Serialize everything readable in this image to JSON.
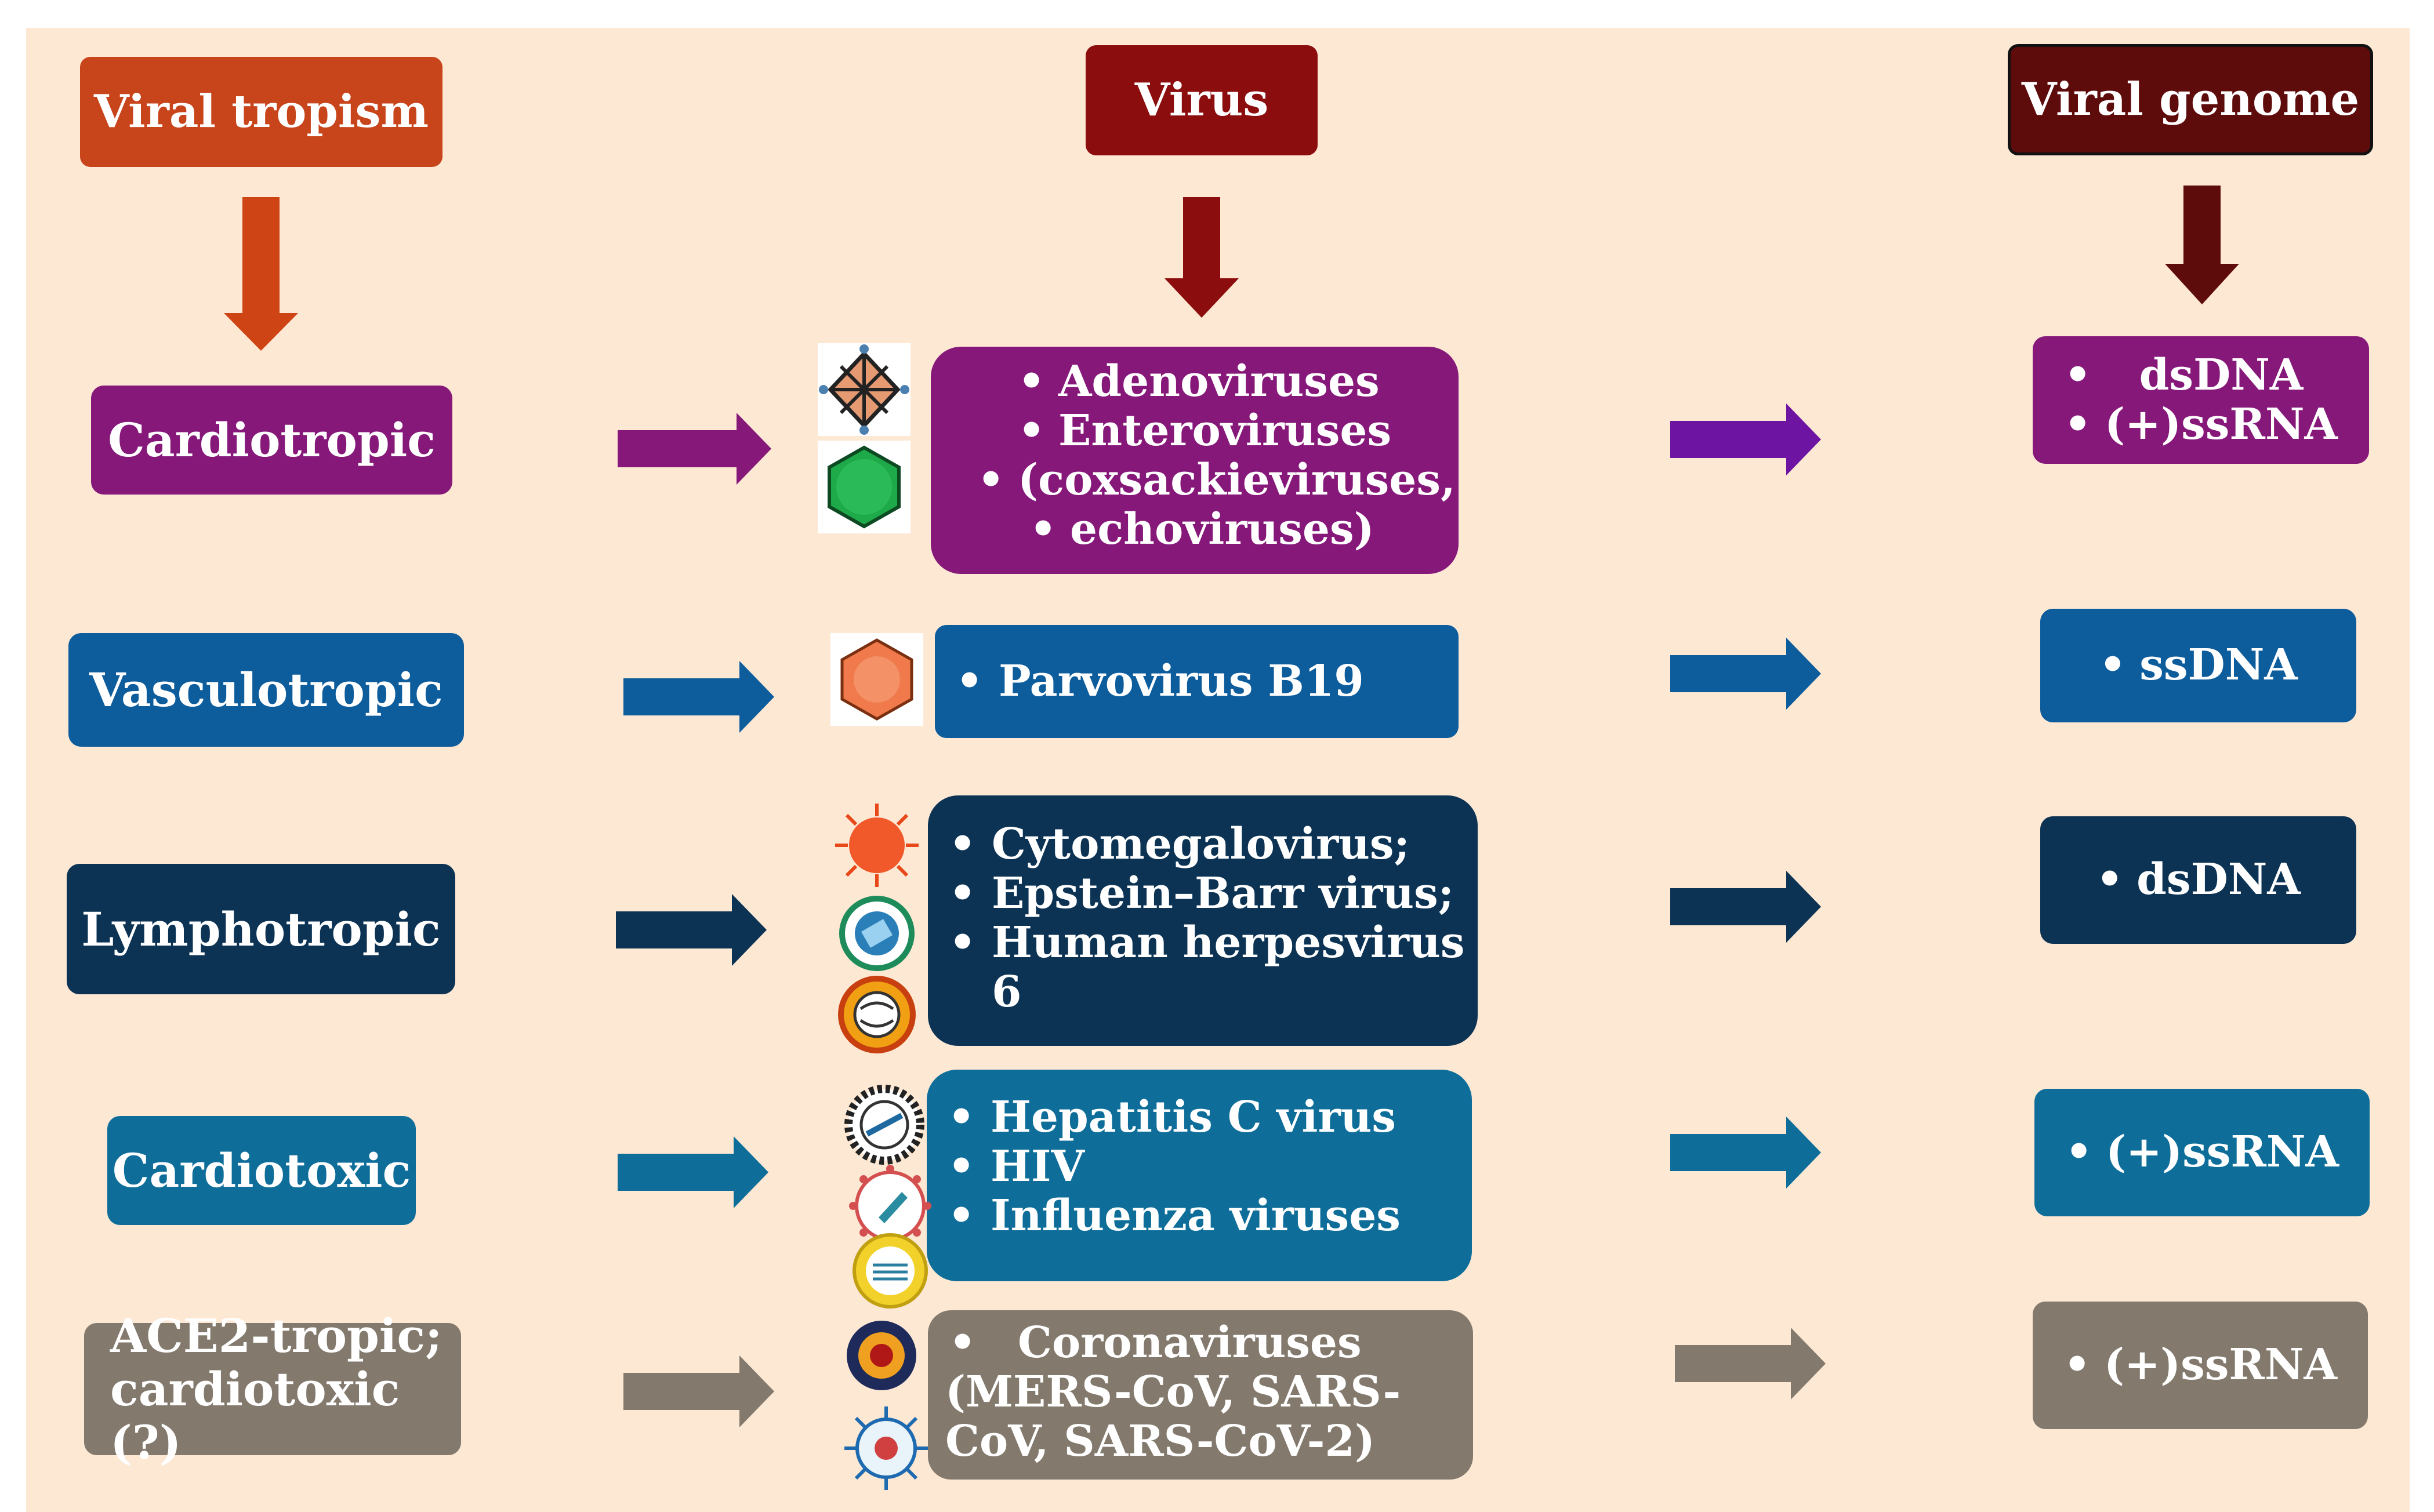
{
  "headers": {
    "tropism": "Viral tropism",
    "virus": "Virus",
    "genome": "Viral genome"
  },
  "colors": {
    "background": "#fde8d4",
    "tropism_header": "#c8441a",
    "virus_header": "#8b0d0d",
    "genome_header": "#5e0b0b",
    "cardiotropic": "#86187a",
    "cardiotropic_arrow": "#6d14a2",
    "vasculotropic": "#0d5c9c",
    "lymphotropic": "#0c3354",
    "cardiotoxic": "#0e6e99",
    "ace2": "#837a6d"
  },
  "rows": [
    {
      "tropism": "Cardiotropic",
      "viruses": [
        "Adenoviruses",
        "Enteroviruses",
        "(coxsackieviruses,",
        "echoviruses)"
      ],
      "genome": [
        "dsDNA",
        "(+)ssRNA"
      ],
      "icons": [
        "adenovirus-icon",
        "enterovirus-icon"
      ]
    },
    {
      "tropism": "Vasculotropic",
      "viruses": [
        "Parvovirus B19"
      ],
      "genome": [
        "ssDNA"
      ],
      "icons": [
        "parvovirus-icon"
      ]
    },
    {
      "tropism": "Lymphotropic",
      "viruses": [
        "Cytomegalovirus;",
        "Epstein–Barr virus;",
        "Human herpesvirus"
      ],
      "virus_continuation": "6",
      "genome": [
        "dsDNA"
      ],
      "icons": [
        "cytomegalovirus-icon",
        "epstein-barr-icon",
        "herpesvirus-icon"
      ]
    },
    {
      "tropism": "Cardiotoxic",
      "viruses": [
        "Hepatitis C virus",
        "HIV",
        "Influenza viruses"
      ],
      "genome": [
        "(+)ssRNA"
      ],
      "icons": [
        "hepatitis-c-icon",
        "hiv-icon",
        "influenza-icon"
      ]
    },
    {
      "tropism_lines": [
        "ACE2-tropic;",
        "cardiotoxic (?)"
      ],
      "viruses": [
        "Coronaviruses"
      ],
      "virus_continuation": [
        "(MERS-CoV, SARS-",
        "CoV, SARS-CoV-2)"
      ],
      "genome": [
        "(+)ssRNA"
      ],
      "icons": [
        "mers-cov-icon",
        "sars-cov-icon"
      ]
    }
  ]
}
